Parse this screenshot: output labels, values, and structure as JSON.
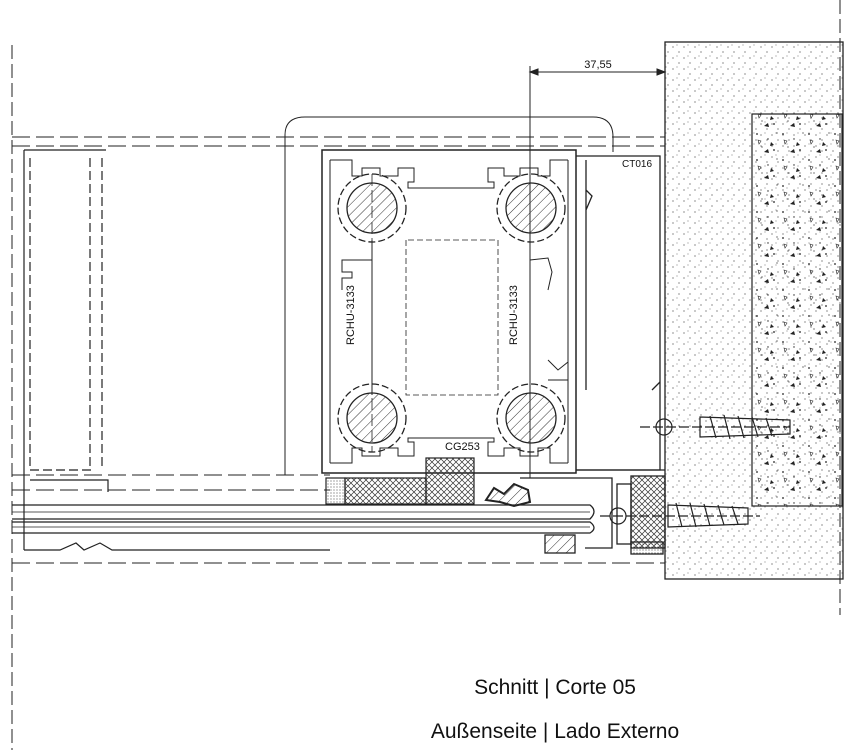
{
  "drawing": {
    "dimension": "37,55",
    "labels": {
      "ct016": "CT016",
      "cg253": "CG253",
      "rchu_left": "RCHU-3133",
      "rchu_right": "RCHU-3133"
    }
  },
  "caption": {
    "line1": "Schnitt | Corte 05",
    "line2": "Außenseite | Lado Externo"
  }
}
